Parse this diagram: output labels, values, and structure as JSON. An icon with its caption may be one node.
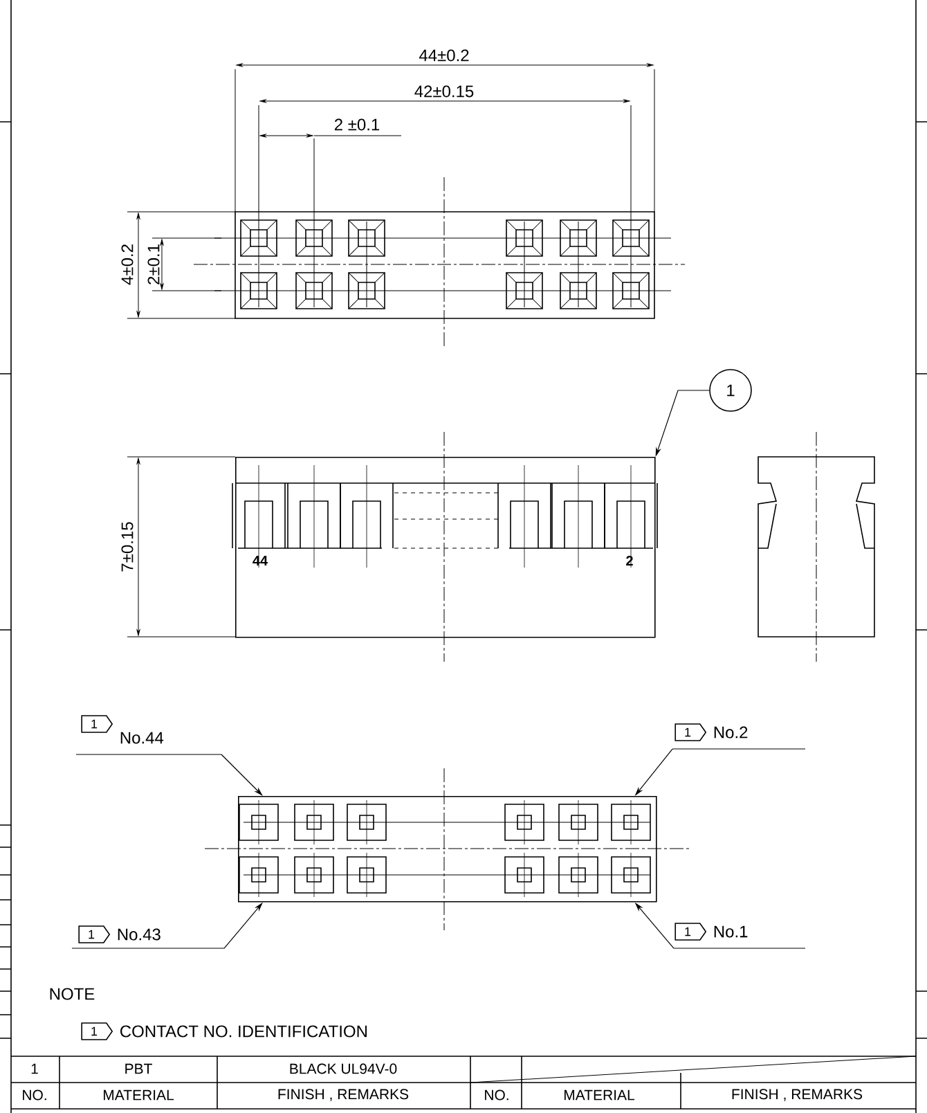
{
  "diagram": {
    "nodes": [
      {
        "text": [
          "1"
        ]
      },
      {
        "text": [],
        "shape": "box"
      },
      {
        "text": [
          "1",
          "No.44"
        ]
      },
      {
        "text": [
          "1",
          "No.2"
        ]
      },
      {
        "text": [],
        "shape": "box"
      },
      {
        "text": [
          "1",
          "No.43"
        ]
      },
      {
        "text": [
          "1",
          "No.1"
        ]
      },
      {
        "text": [
          "1"
        ],
        "beside": [
          "CONTACT NO. IDENTIFICATION"
        ]
      }
    ],
    "edges": [
      {
        "from": 0,
        "to": 1,
        "arrow": "to"
      },
      {
        "from": 2,
        "to": 4,
        "arrow": "to"
      },
      {
        "from": 3,
        "to": 4,
        "arrow": "to"
      },
      {
        "from": 5,
        "to": 4,
        "arrow": "to"
      },
      {
        "from": 6,
        "to": 4,
        "arrow": "to"
      }
    ],
    "labels": [
      "44±0.2",
      "42±0.15",
      "2 ±0.1",
      "4±0.2",
      "2±0.1",
      "7±0.15",
      "44",
      "2",
      "NOTE",
      "1",
      "PBT",
      "BLACK UL94V-0",
      "NO.",
      "MATERIAL",
      "FINISH , REMARKS",
      "NO.",
      "MATERIAL",
      "FINISH , REMARKS"
    ]
  }
}
